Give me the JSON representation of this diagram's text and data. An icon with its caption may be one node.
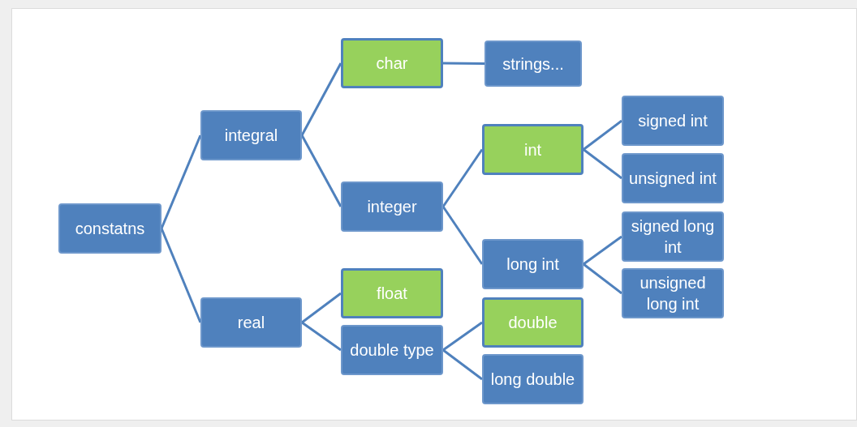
{
  "diagram": {
    "nodes": [
      {
        "text": [
          "constatns"
        ]
      },
      {
        "text": [
          "integral"
        ]
      },
      {
        "text": [
          "real"
        ]
      },
      {
        "text": [
          "char"
        ]
      },
      {
        "text": [
          "strings..."
        ]
      },
      {
        "text": [
          "integer"
        ]
      },
      {
        "text": [
          "int"
        ]
      },
      {
        "text": [
          "signed int"
        ]
      },
      {
        "text": [
          "unsigned int"
        ]
      },
      {
        "text": [
          "long int"
        ]
      },
      {
        "text": [
          "signed long int"
        ]
      },
      {
        "text": [
          "unsigned long int"
        ]
      },
      {
        "text": [
          "float"
        ]
      },
      {
        "text": [
          "double type"
        ]
      },
      {
        "text": [
          "double"
        ]
      },
      {
        "text": [
          "long double"
        ]
      }
    ],
    "edges": [
      {
        "from": 0,
        "to": 1,
        "arrow": "none"
      },
      {
        "from": 0,
        "to": 2,
        "arrow": "none"
      },
      {
        "from": 1,
        "to": 3,
        "arrow": "none"
      },
      {
        "from": 1,
        "to": 5,
        "arrow": "none"
      },
      {
        "from": 3,
        "to": 4,
        "arrow": "none"
      },
      {
        "from": 5,
        "to": 6,
        "arrow": "none"
      },
      {
        "from": 5,
        "to": 9,
        "arrow": "none"
      },
      {
        "from": 6,
        "to": 7,
        "arrow": "none"
      },
      {
        "from": 6,
        "to": 8,
        "arrow": "none"
      },
      {
        "from": 9,
        "to": 10,
        "arrow": "none"
      },
      {
        "from": 9,
        "to": 11,
        "arrow": "none"
      },
      {
        "from": 2,
        "to": 12,
        "arrow": "none"
      },
      {
        "from": 2,
        "to": 13,
        "arrow": "none"
      },
      {
        "from": 13,
        "to": 14,
        "arrow": "none"
      },
      {
        "from": 13,
        "to": 15,
        "arrow": "none"
      }
    ]
  }
}
